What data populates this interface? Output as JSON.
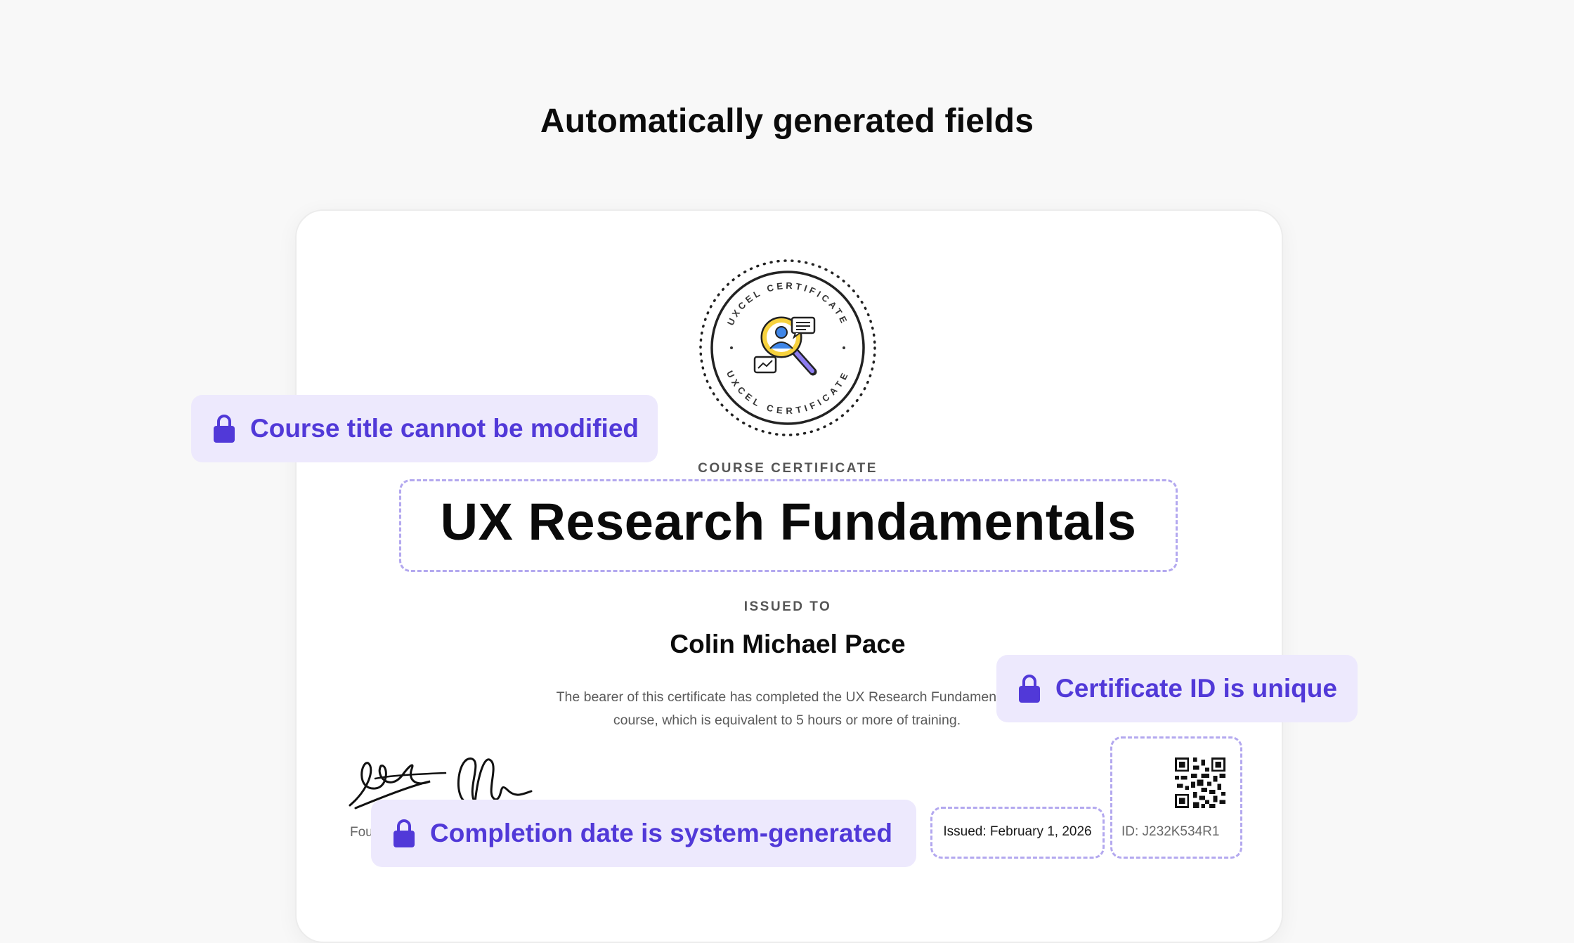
{
  "page": {
    "title": "Automatically generated fields"
  },
  "certificate": {
    "badge_ring_text": "UXCEL CERTIFICATE",
    "course_label": "COURSE CERTIFICATE",
    "course_title": "UX Research Fundamentals",
    "issued_to_label": "ISSUED TO",
    "recipient_name": "Colin Michael Pace",
    "description_line1": "The bearer of this certificate has completed the UX Research Fundamentals",
    "description_line2": "course, which is equivalent to 5 hours or more of training.",
    "founder_label": "Fou",
    "issued_date": "Issued: February 1, 2026",
    "certificate_id": "ID: J232K534R1"
  },
  "callouts": {
    "course_title": "Course title cannot be modified",
    "certificate_id": "Certificate ID is unique",
    "completion_date": "Completion date is system-generated"
  },
  "colors": {
    "accent": "#5139d8",
    "callout_bg": "#ede9fd",
    "dashed_border": "#b3a8ef"
  },
  "icons": {
    "lock": "lock-icon",
    "badge": "certificate-badge-icon",
    "magnifier": "magnifier-person-icon",
    "qr": "qr-code-icon",
    "signature": "signature-image"
  }
}
